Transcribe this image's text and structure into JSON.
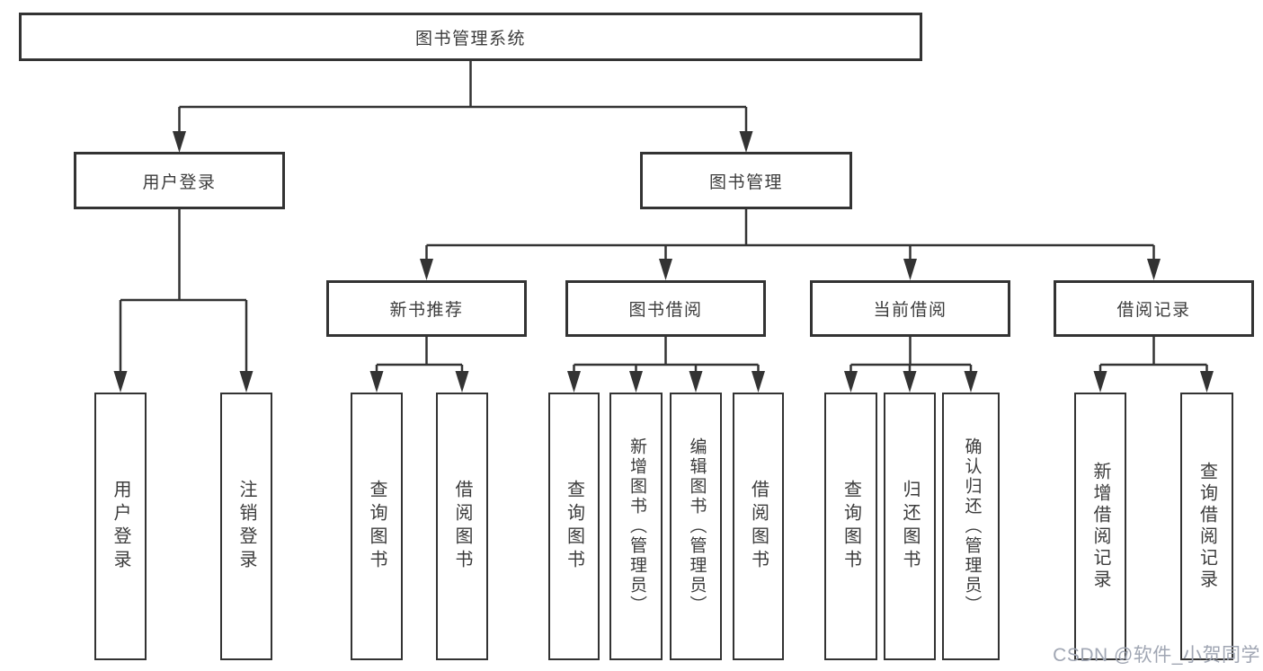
{
  "title": "图书管理系统",
  "nodes": {
    "root": {
      "label": "图书管理系统"
    },
    "user_login": {
      "label": "用户登录"
    },
    "book_management": {
      "label": "图书管理"
    },
    "new_book_recommend": {
      "label": "新书推荐"
    },
    "book_borrow": {
      "label": "图书借阅"
    },
    "current_borrow": {
      "label": "当前借阅"
    },
    "borrow_record": {
      "label": "借阅记录"
    },
    "leaves": {
      "user_login": [
        "用户登录",
        "注销登录"
      ],
      "new_book_recommend": [
        "查询图书",
        "借阅图书"
      ],
      "book_borrow": [
        "查询图书",
        "新增图书（管理员）",
        "编辑图书（管理员）",
        "借阅图书"
      ],
      "current_borrow": [
        "查询图书",
        "归还图书",
        "确认归还（管理员）"
      ],
      "borrow_record": [
        "新增借阅记录",
        "查询借阅记录"
      ]
    }
  },
  "watermark": "CSDN @软件_小贺同学",
  "colors": {
    "line": "#333333",
    "text": "#3c3c3c",
    "watermark": "#a0a6b3",
    "background": "#ffffff"
  }
}
